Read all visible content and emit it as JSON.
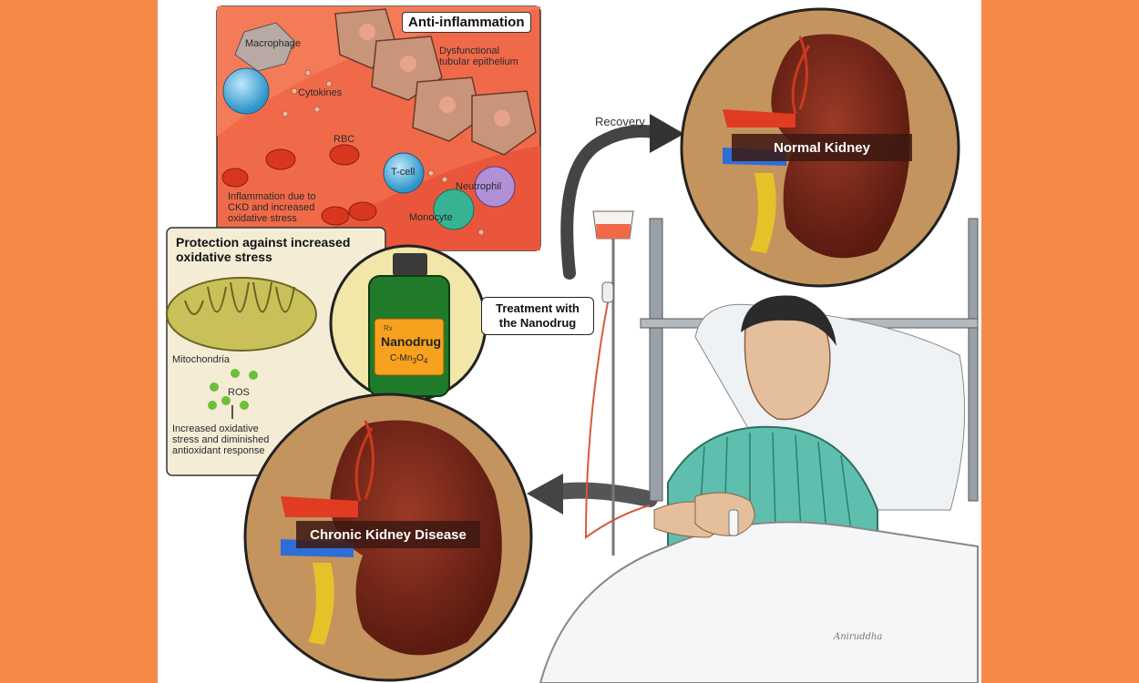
{
  "anti_inflammation": {
    "title": "Anti-inflammation",
    "macrophage": "Macrophage",
    "epithelium": "Dysfunctional tubular epithelium",
    "cytokines": "Cytokines",
    "rbc": "RBC",
    "tcell": "T-cell",
    "neutrophil": "Neutrophil",
    "monocyte": "Monocyte",
    "inflammation_note": "Inflammation due to CKD and increased oxidative stress"
  },
  "oxidative": {
    "title": "Protection against increased oxidative stress",
    "mitochondria": "Mitochondria",
    "ros": "ROS",
    "note": "Increased oxidative stress and diminished antioxidant response"
  },
  "drug": {
    "rx": "Rx",
    "name": "Nanodrug",
    "formula": "C-Mn",
    "formula_sub1": "3",
    "formula_o": "O",
    "formula_sub2": "4"
  },
  "treatment_label": "Treatment with the Nanodrug",
  "recovery_label": "Recovery",
  "normal_kidney": "Normal Kidney",
  "ckd": "Chronic Kidney Disease",
  "signature": "Aniruddha",
  "colors": {
    "background": "#f58a47",
    "tissue": "#f0593f",
    "kidney": "#7a2a1c",
    "circle_bg": "#c4945e",
    "mito_bg": "#f5ecd6",
    "bottle_glass": "#1f7a2a",
    "drug_label": "#f6a21f"
  }
}
